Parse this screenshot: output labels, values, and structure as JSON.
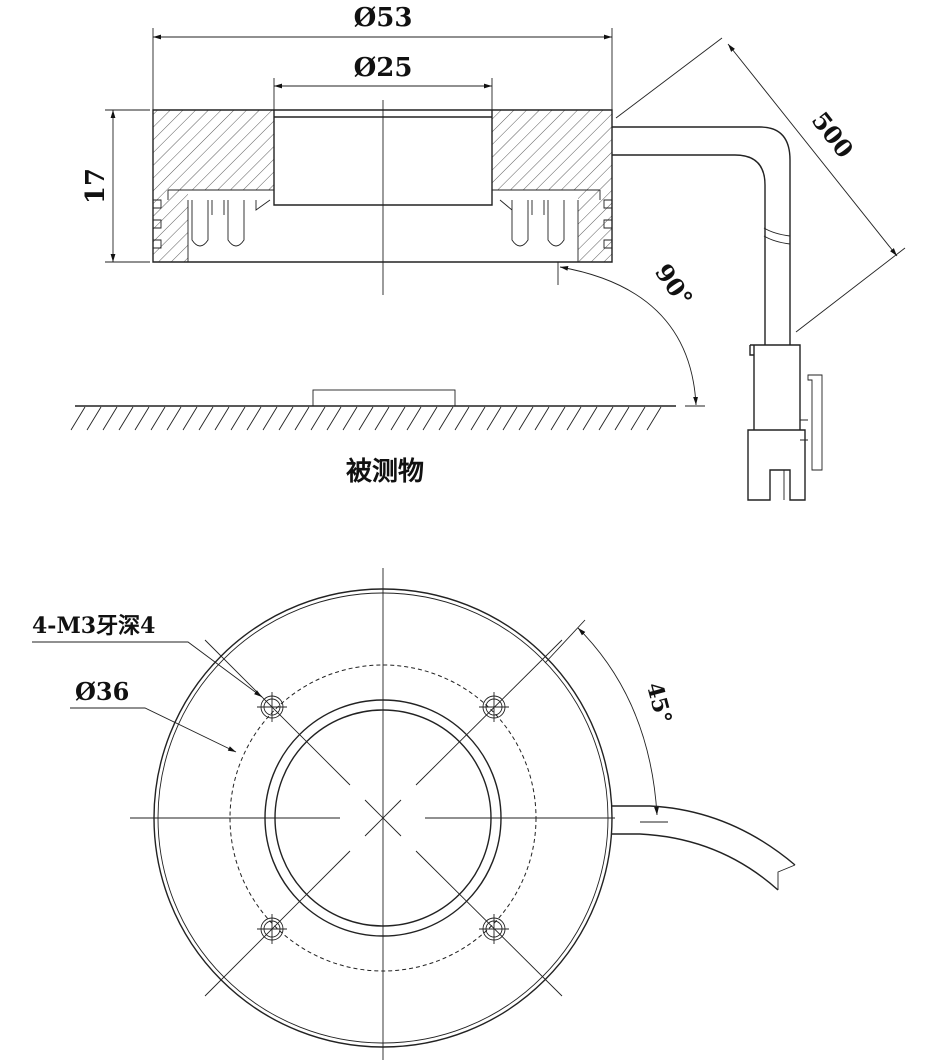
{
  "side_view": {
    "dim_outer": "Ø53",
    "dim_inner": "Ø25",
    "dim_height": "17",
    "dim_cable": "500",
    "dim_angle": "90°",
    "object_label": "被测物"
  },
  "top_view": {
    "thread_label": "4-M3牙深4",
    "pcd_label": "Ø36",
    "angle_label": "45°"
  },
  "colors": {
    "line": "#222222",
    "background": "#ffffff"
  }
}
